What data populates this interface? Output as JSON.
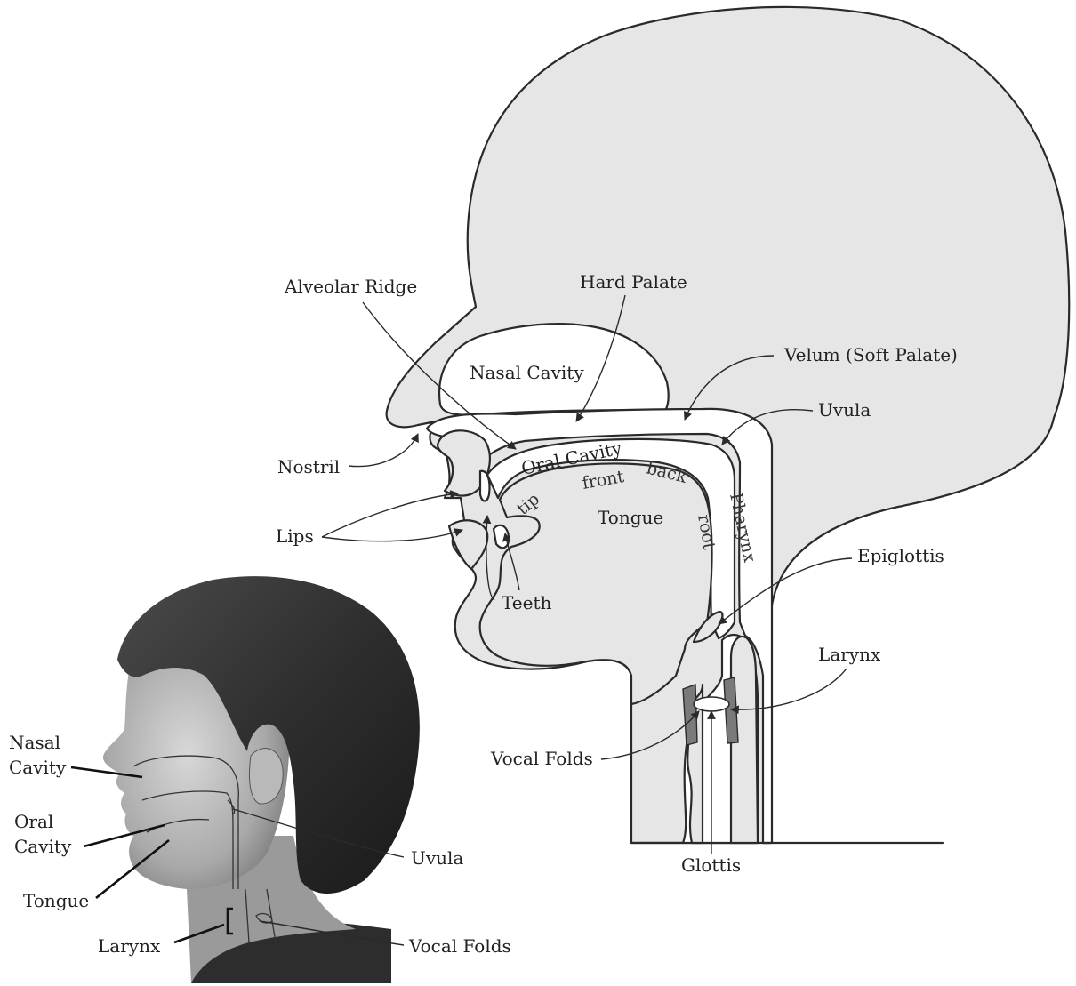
{
  "diagram": {
    "labels": {
      "alveolar_ridge": "Alveolar Ridge",
      "hard_palate": "Hard Palate",
      "nasal_cavity": "Nasal Cavity",
      "velum": "Velum (Soft Palate)",
      "uvula": "Uvula",
      "oral_cavity": "Oral Cavity",
      "nostril": "Nostril",
      "tip": "tip",
      "front": "front",
      "back": "back",
      "tongue": "Tongue",
      "root": "root",
      "pharynx": "Pharynx",
      "lips": "Lips",
      "teeth": "Teeth",
      "epiglottis": "Epiglottis",
      "larynx": "Larynx",
      "vocal_folds": "Vocal Folds",
      "glottis": "Glottis"
    }
  },
  "photo": {
    "labels": {
      "nasal_cavity_1": "Nasal",
      "nasal_cavity_2": "Cavity",
      "oral_cavity_1": "Oral",
      "oral_cavity_2": "Cavity",
      "tongue": "Tongue",
      "uvula": "Uvula",
      "larynx": "Larynx",
      "vocal_folds": "Vocal Folds"
    }
  },
  "colors": {
    "anatomy_fill": "#e6e6e6",
    "outline": "#2a2a2a",
    "vocal_fold_shade": "#7a7a7a"
  }
}
